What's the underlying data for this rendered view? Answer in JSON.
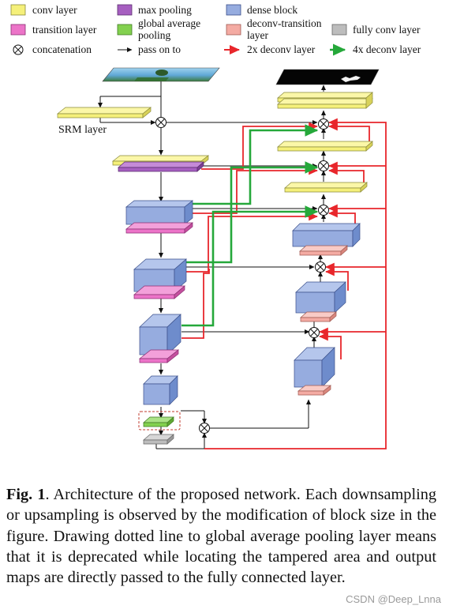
{
  "legend": {
    "conv_layer": "conv layer",
    "max_pooling": "max pooling",
    "dense_block": "dense block",
    "transition_layer": "transition layer",
    "gap_line1": "global average",
    "gap_line2": "pooling",
    "deconv_trans_line1": "deconv-transition",
    "deconv_trans_line2": "layer",
    "fully_conv_layer": "fully conv layer",
    "concatenation": "concatenation",
    "pass_on_to": "pass on to",
    "deconv_2x": "2x deconv layer",
    "deconv_4x": "4x deconv layer"
  },
  "labels": {
    "srm_layer": "SRM layer"
  },
  "colors": {
    "conv": "#f5f07a",
    "max_pool": "#a65fc0",
    "dense": "#96acdf",
    "transition": "#ec74c8",
    "gap": "#83d14f",
    "deconv_transition": "#f4aba3",
    "fully_conv": "#bdbdbd",
    "red": "#e8262b",
    "green": "#25a83a"
  },
  "caption": {
    "fig_label": "Fig. 1",
    "text": ". Architecture of the proposed network. Each downsampling or upsampling is observed by the modification of block size in the figure. Drawing dotted line to global average pooling layer means that it is deprecated while locating the tampered area and output maps are directly passed to the fully connected layer."
  },
  "watermark": "CSDN @Deep_Lnna"
}
